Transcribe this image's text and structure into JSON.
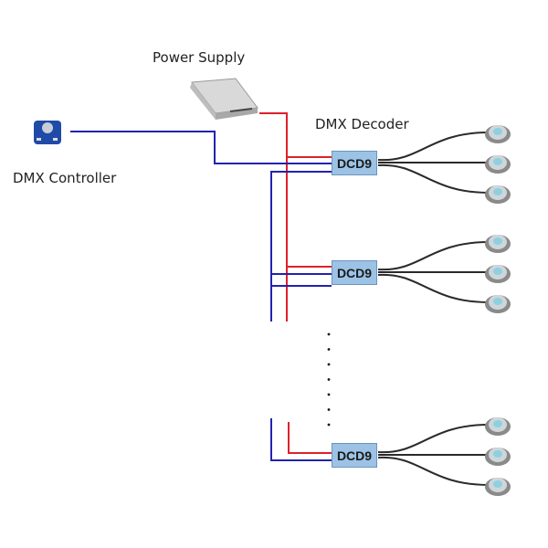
{
  "labels": {
    "power_supply": "Power Supply",
    "dmx_decoder": "DMX Decoder",
    "dmx_controller": "DMX Controller"
  },
  "decoders": [
    {
      "model": "DCD9",
      "lights": 3
    },
    {
      "model": "DCD9",
      "lights": 3
    },
    {
      "model": "DCD9",
      "lights": 3
    }
  ],
  "colors": {
    "power_wire": "#e0202a",
    "signal_wire": "#2222b0",
    "light_cable": "#2a2a2a",
    "decoder_fill": "#9cc3e6"
  },
  "ellipsis_dots": 7
}
